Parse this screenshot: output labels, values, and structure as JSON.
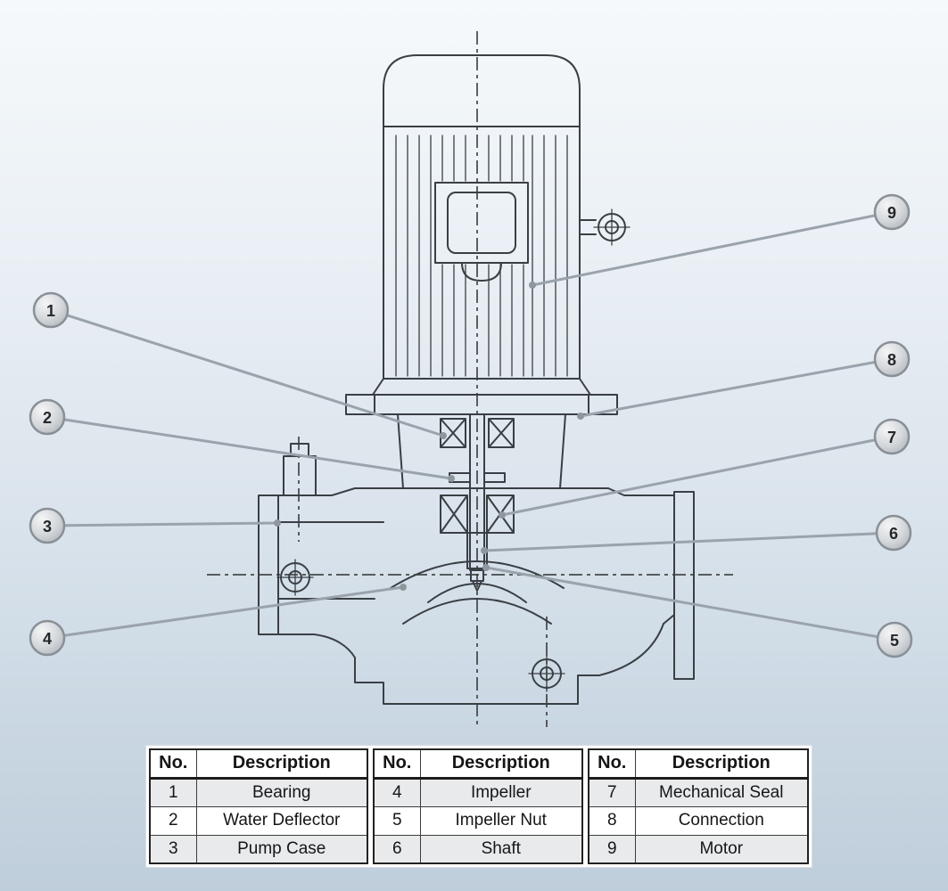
{
  "figure": {
    "name": "vertical-inline-pump-cross-section"
  },
  "colors": {
    "line": "#3a3f44",
    "leader": "#9aa3ab",
    "callout_border": "#899097",
    "background_top": "#f6f9fb",
    "background_bottom": "#bfcedb"
  },
  "callouts": [
    {
      "no": "1"
    },
    {
      "no": "2"
    },
    {
      "no": "3"
    },
    {
      "no": "4"
    },
    {
      "no": "5"
    },
    {
      "no": "6"
    },
    {
      "no": "7"
    },
    {
      "no": "8"
    },
    {
      "no": "9"
    }
  ],
  "table": {
    "groups": [
      {
        "no_header": "No.",
        "desc_header": "Description",
        "rows": [
          {
            "no": "1",
            "desc": "Bearing"
          },
          {
            "no": "2",
            "desc": "Water Deflector"
          },
          {
            "no": "3",
            "desc": "Pump Case"
          }
        ]
      },
      {
        "no_header": "No.",
        "desc_header": "Description",
        "rows": [
          {
            "no": "4",
            "desc": "Impeller"
          },
          {
            "no": "5",
            "desc": "Impeller Nut"
          },
          {
            "no": "6",
            "desc": "Shaft"
          }
        ]
      },
      {
        "no_header": "No.",
        "desc_header": "Description",
        "rows": [
          {
            "no": "7",
            "desc": "Mechanical Seal"
          },
          {
            "no": "8",
            "desc": "Connection"
          },
          {
            "no": "9",
            "desc": "Motor"
          }
        ]
      }
    ]
  }
}
